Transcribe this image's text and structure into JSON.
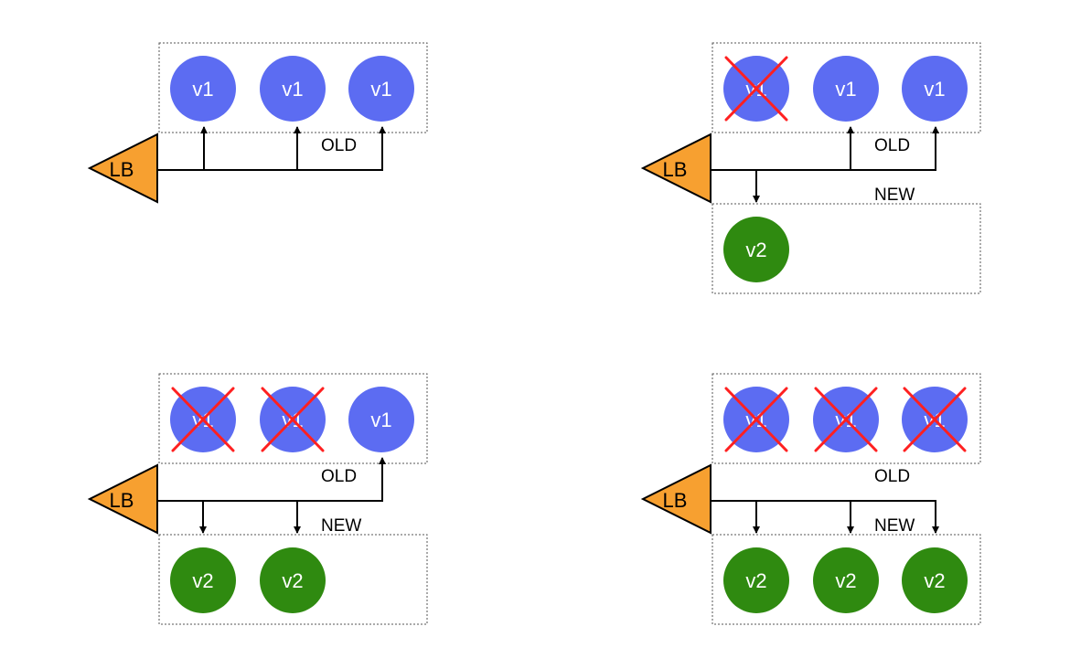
{
  "colors": {
    "old_node": "#5c6cf2",
    "new_node": "#2f8a10",
    "load_balancer": "#f7a030",
    "cross": "#ff2020"
  },
  "icons": {
    "load_balancer": "triangle-lb-icon",
    "removed": "red-x-icon"
  },
  "labels": {
    "lb": "LB",
    "old_group": "OLD",
    "new_group": "NEW",
    "old_version": "v1",
    "new_version": "v2"
  },
  "panels": [
    {
      "old_nodes": [
        {
          "label": "v1",
          "removed": false
        },
        {
          "label": "v1",
          "removed": false
        },
        {
          "label": "v1",
          "removed": false
        }
      ],
      "new_nodes": [],
      "show_new_group": false
    },
    {
      "old_nodes": [
        {
          "label": "v1",
          "removed": true
        },
        {
          "label": "v1",
          "removed": false
        },
        {
          "label": "v1",
          "removed": false
        }
      ],
      "new_nodes": [
        {
          "label": "v2"
        }
      ],
      "show_new_group": true
    },
    {
      "old_nodes": [
        {
          "label": "v1",
          "removed": true
        },
        {
          "label": "v1",
          "removed": true
        },
        {
          "label": "v1",
          "removed": false
        }
      ],
      "new_nodes": [
        {
          "label": "v2"
        },
        {
          "label": "v2"
        }
      ],
      "show_new_group": true
    },
    {
      "old_nodes": [
        {
          "label": "v1",
          "removed": true
        },
        {
          "label": "v1",
          "removed": true
        },
        {
          "label": "v1",
          "removed": true
        }
      ],
      "new_nodes": [
        {
          "label": "v2"
        },
        {
          "label": "v2"
        },
        {
          "label": "v2"
        }
      ],
      "show_new_group": true
    }
  ]
}
